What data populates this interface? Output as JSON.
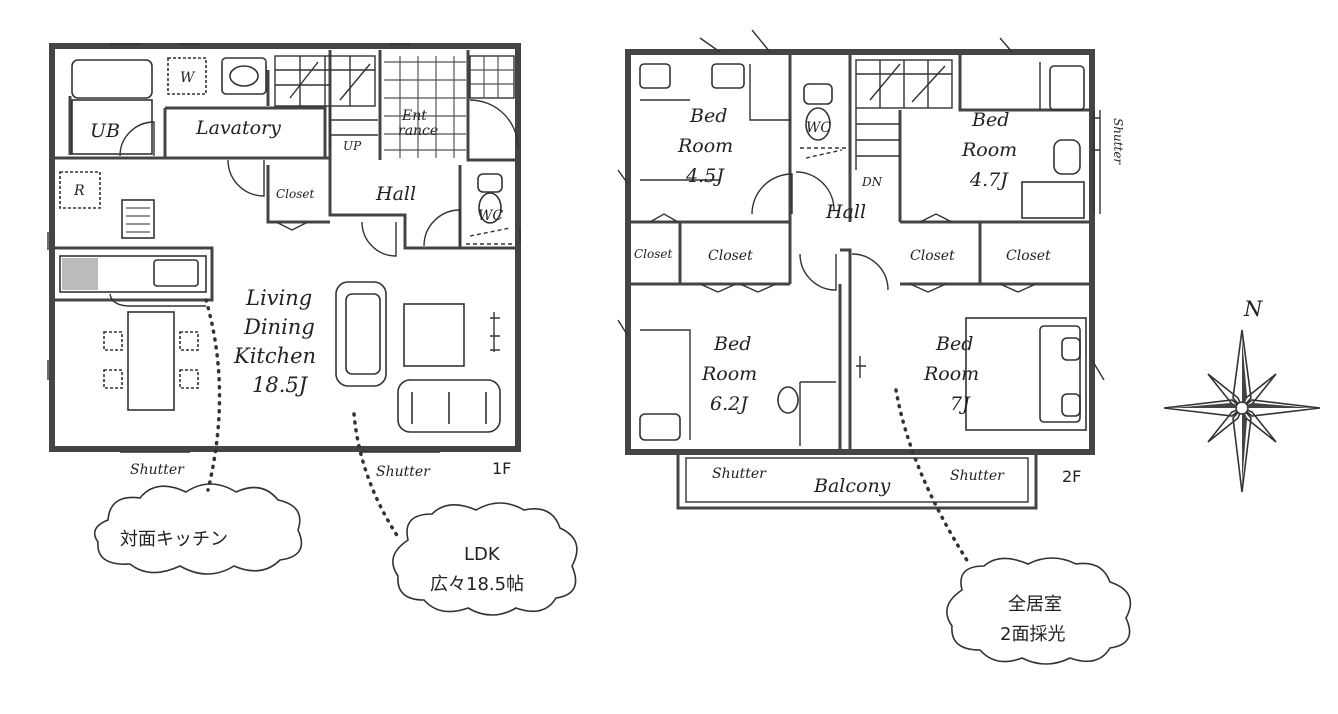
{
  "floor1": {
    "tag": "1F",
    "rooms": {
      "ub": "UB",
      "lavatory": "Lavatory",
      "w": "W",
      "entrance_1": "Ent",
      "entrance_2": "rance",
      "up": "UP",
      "fridge": "R",
      "closet": "Closet",
      "hall": "Hall",
      "wc": "WC",
      "ldk_line1": "Living",
      "ldk_line2": "Dining",
      "ldk_line3": "Kitchen",
      "ldk_size": "18.5J"
    },
    "shutter_left": "Shutter",
    "shutter_right": "Shutter"
  },
  "floor2": {
    "tag": "2F",
    "rooms": {
      "bed_nw_1": "Bed",
      "bed_nw_2": "Room",
      "bed_nw_size": "4.5J",
      "wc": "WC",
      "dn": "DN",
      "hall": "Hall",
      "bed_ne_1": "Bed",
      "bed_ne_2": "Room",
      "bed_ne_size": "4.7J",
      "closet_small": "Closet",
      "closet_a": "Closet",
      "closet_b": "Closet",
      "closet_c": "Closet",
      "bed_sw_1": "Bed",
      "bed_sw_2": "Room",
      "bed_sw_size": "6.2J",
      "bed_se_1": "Bed",
      "bed_se_2": "Room",
      "bed_se_size": "7J"
    },
    "shutter_side": "Shutter",
    "shutter_left": "Shutter",
    "shutter_right": "Shutter",
    "balcony": "Balcony"
  },
  "callouts": {
    "kitchen": "対面キッチン",
    "ldk_line1": "LDK",
    "ldk_line2": "広々18.5帖",
    "rooms_line1": "全居室",
    "rooms_line2": "2面採光"
  },
  "compass": {
    "north": "N"
  }
}
